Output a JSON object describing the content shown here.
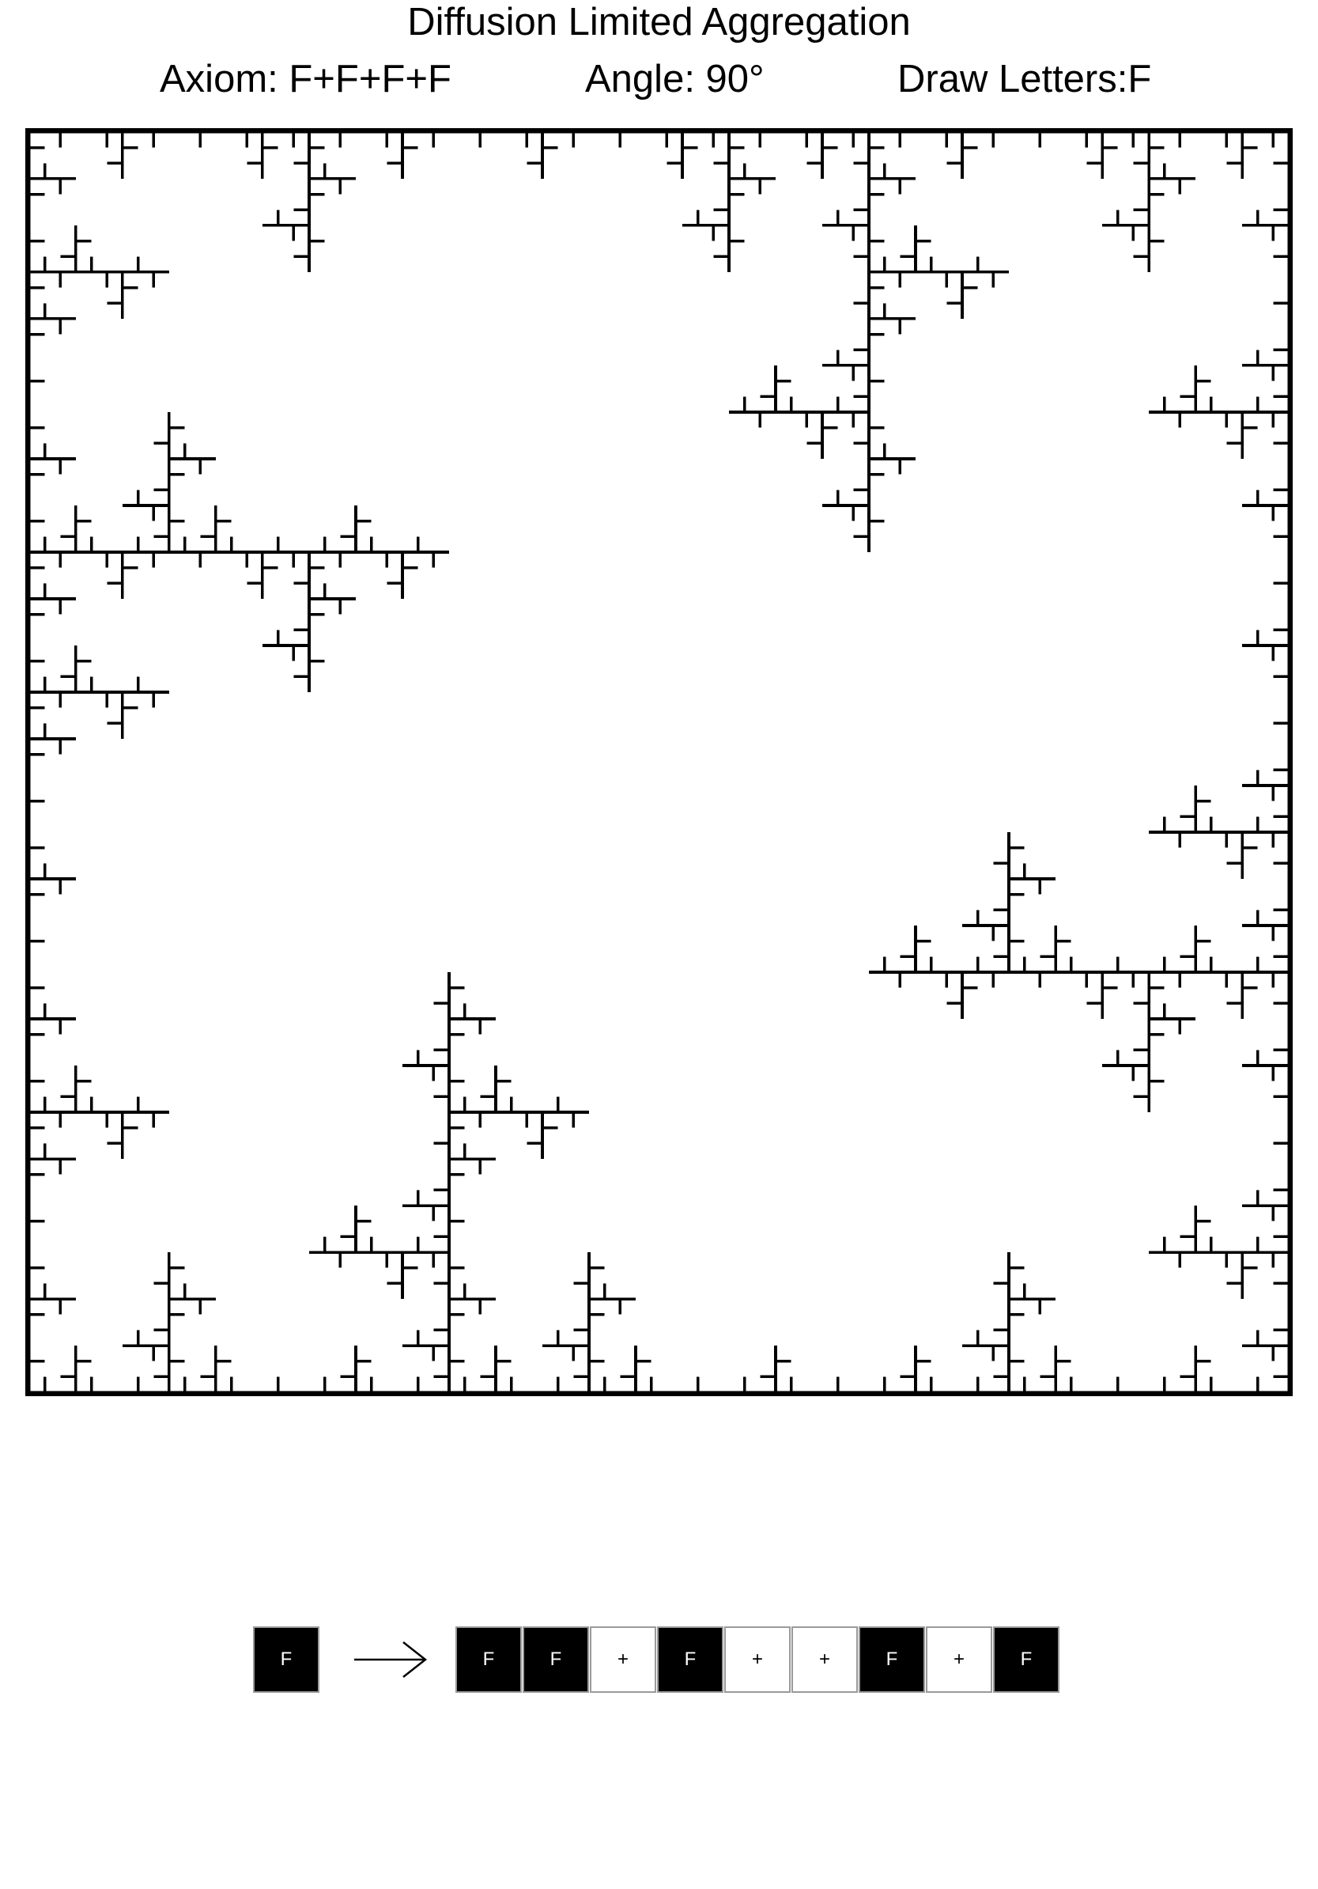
{
  "title": "Diffusion Limited Aggregation",
  "axiom": "Axiom: F+F+F+F",
  "angle": "Angle: 90°",
  "draw_letters": "Draw Letters:F",
  "rule": {
    "predecessor": "F",
    "arrow": "→",
    "successor": [
      "F",
      "F",
      "+",
      "F",
      "+",
      "+",
      "F",
      "+",
      "F"
    ]
  },
  "colors": {
    "line": "#000000",
    "background": "#ffffff",
    "symbol_draw": "#000000",
    "symbol_other": "#ffffff",
    "cell_border": "#9a9a9a"
  }
}
